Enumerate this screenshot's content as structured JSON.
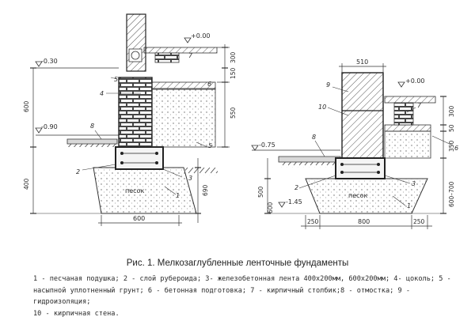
{
  "caption": "Рис. 1. Мелкозаглубленные ленточные фундаменты",
  "legend_text": "1 - песчаная подушка; 2 - слой рубероида; 3- железобетонная лента 400х200мм, 600х200мм; 4- цоколь; 5 -\nнасыпной уплотненный грунт; 6 - бетонная подготовка; 7 - кирпичный столбик;8 - отмостка; 9 - гидроизоляция;\n10 - кирпичная стена.",
  "left": {
    "level_top": "+0.00",
    "level_left": "-0.30",
    "level_mid": "-0.90",
    "dims_right": [
      "300",
      "150",
      "550",
      "690"
    ],
    "dims_left": [
      "600",
      "400"
    ],
    "dim_bottom": "600",
    "soil_label": "песок",
    "callouts": [
      "7",
      "5",
      "4",
      "6",
      "5",
      "8",
      "2",
      "3",
      "1"
    ]
  },
  "right": {
    "level_top": "+0.00",
    "level_left": "-0.75",
    "level_bottom": "-1.45",
    "dim_top": "510",
    "dims_right": [
      "300",
      "50",
      "350",
      "600–700"
    ],
    "dims_left": [
      "500",
      "600"
    ],
    "dims_bottom": [
      "250",
      "800",
      "250"
    ],
    "soil_label": "песок",
    "callouts": [
      "9",
      "10",
      "7",
      "6",
      "8",
      "2",
      "3",
      "1"
    ]
  }
}
